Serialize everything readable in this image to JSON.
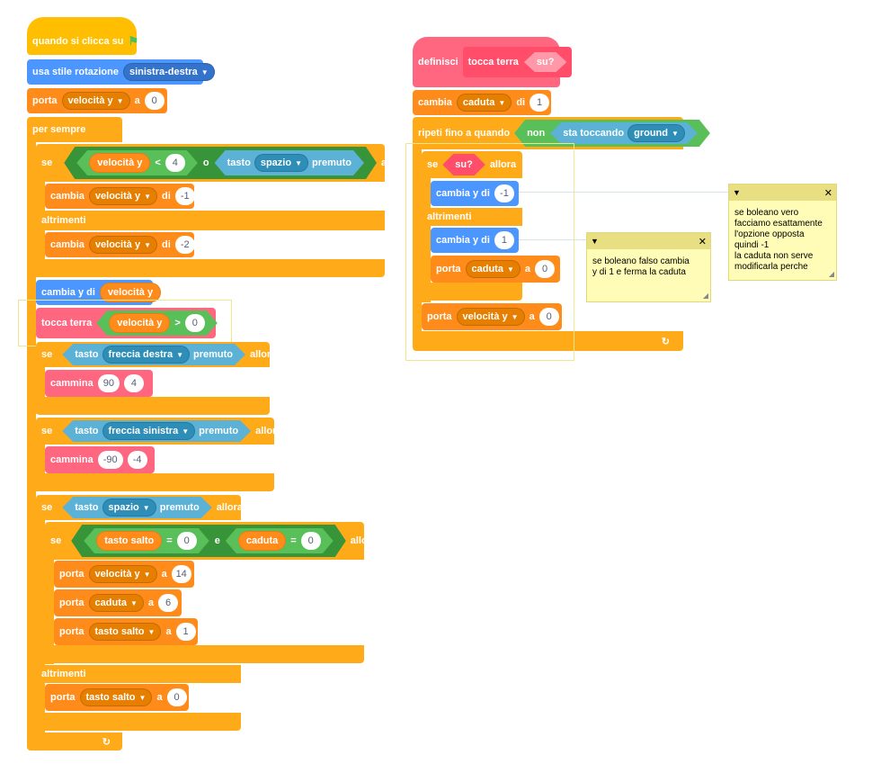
{
  "script_left": {
    "hat": {
      "label": "quando si clicca su",
      "icon": "green-flag-icon"
    },
    "rotation": {
      "label": "usa stile rotazione",
      "value": "sinistra-destra"
    },
    "set_vy": {
      "label": "porta",
      "var": "velocità y",
      "to": "a",
      "value": "0"
    },
    "forever": {
      "label": "per sempre"
    },
    "if1": {
      "if": "se",
      "var": "velocità y",
      "lt": "<",
      "num": "4",
      "or": "o",
      "key": "tasto",
      "key_value": "spazio",
      "pressed": "premuto",
      "then": "allora"
    },
    "change_vy1": {
      "label": "cambia",
      "var": "velocità y",
      "by": "di",
      "value": "-1"
    },
    "else1": "altrimenti",
    "change_vy2": {
      "label": "cambia",
      "var": "velocità y",
      "by": "di",
      "value": "-2"
    },
    "change_y": {
      "label": "cambia y di",
      "var": "velocità y"
    },
    "tocca": {
      "label": "tocca terra",
      "var": "velocità y",
      "gt": ">",
      "value": "0"
    },
    "if_right": {
      "if": "se",
      "key": "tasto",
      "key_value": "freccia destra",
      "pressed": "premuto",
      "then": "allora"
    },
    "walk_right": {
      "label": "cammina",
      "a": "90",
      "b": "4"
    },
    "if_left": {
      "if": "se",
      "key": "tasto",
      "key_value": "freccia sinistra",
      "pressed": "premuto",
      "then": "allora"
    },
    "walk_left": {
      "label": "cammina",
      "a": "-90",
      "b": "-4"
    },
    "if_space": {
      "if": "se",
      "key": "tasto",
      "key_value": "spazio",
      "pressed": "premuto",
      "then": "allora"
    },
    "if_jump": {
      "if": "se",
      "var1": "tasto salto",
      "eq1": "=",
      "v1": "0",
      "and": "e",
      "var2": "caduta",
      "eq2": "=",
      "v2": "0",
      "then": "allora"
    },
    "set_vy14": {
      "label": "porta",
      "var": "velocità y",
      "to": "a",
      "value": "14"
    },
    "set_fall6": {
      "label": "porta",
      "var": "caduta",
      "to": "a",
      "value": "6"
    },
    "set_jump1": {
      "label": "porta",
      "var": "tasto salto",
      "to": "a",
      "value": "1"
    },
    "else2": "altrimenti",
    "set_jump0": {
      "label": "porta",
      "var": "tasto salto",
      "to": "a",
      "value": "0"
    }
  },
  "script_right": {
    "define": {
      "label": "definisci",
      "name": "tocca terra",
      "param": "su?"
    },
    "change_fall": {
      "label": "cambia",
      "var": "caduta",
      "by": "di",
      "value": "1"
    },
    "repeat_until": {
      "label": "ripeti fino a quando",
      "not": "non",
      "touching": "sta toccando",
      "target": "ground"
    },
    "if_su": {
      "if": "se",
      "param": "su?",
      "then": "allora"
    },
    "change_y_neg": {
      "label": "cambia y di",
      "value": "-1"
    },
    "else": "altrimenti",
    "change_y_pos": {
      "label": "cambia y di",
      "value": "1"
    },
    "set_fall0": {
      "label": "porta",
      "var": "caduta",
      "to": "a",
      "value": "0"
    },
    "set_vy0": {
      "label": "porta",
      "var": "velocità y",
      "to": "a",
      "value": "0"
    }
  },
  "notes": {
    "note1": "se boleano vero\nfacciamo esattamente\nl'opzione opposta\nquindi -1\nla caduta non serve\nmodificarla perche",
    "note2": "se boleano falso cambia\ny di 1 e ferma la caduta"
  },
  "colors": {
    "events": "#ffbf00",
    "control": "#ffab19",
    "variables": "#ff8c1a",
    "motion": "#4c97ff",
    "sensing": "#5cb1d6",
    "operators": "#59c059",
    "my_blocks": "#ff6680",
    "note_bg": "#fefcb6"
  }
}
